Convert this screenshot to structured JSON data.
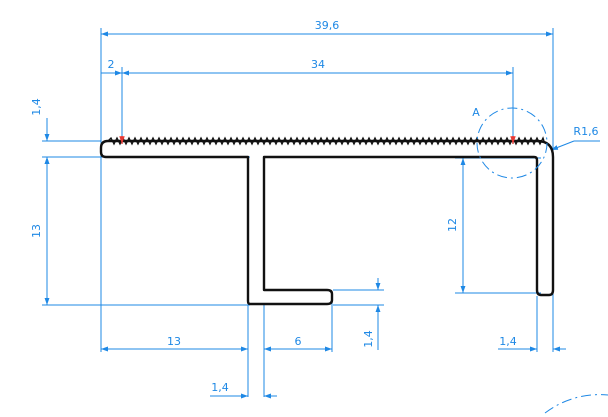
{
  "colors": {
    "dimension": "#1e88e5",
    "profile": "#111111",
    "marker": "#e53935",
    "background": "#ffffff"
  },
  "dimensions": {
    "overall_width": "39,6",
    "left_offset": "2",
    "serration_length": "34",
    "top_thickness": "1,4",
    "left_height": "13",
    "right_leg_height": "12",
    "corner_radius": "R1,6",
    "base_width": "13",
    "foot_length": "6",
    "foot_thickness": "1,4",
    "right_leg_thickness": "1,4",
    "stem_thickness": "1,4"
  },
  "detail_label": "A"
}
